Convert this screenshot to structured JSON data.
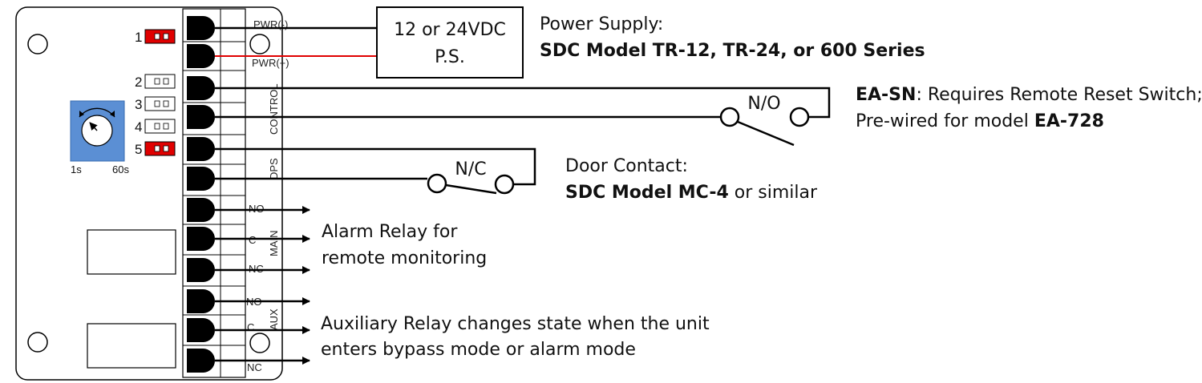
{
  "terminals": {
    "pwr_neg": "PWR(-)",
    "pwr_pos": "PWR(+)",
    "control": "CONTROL",
    "dps": "DPS",
    "main": "MAIN",
    "aux": "AUX",
    "main_no": "NO",
    "main_c": "C",
    "main_nc": "NC",
    "aux_no": "NO",
    "aux_c": "C",
    "aux_nc": "NC"
  },
  "dip_switches": [
    {
      "label": "1",
      "state": "on"
    },
    {
      "label": "2",
      "state": "off"
    },
    {
      "label": "3",
      "state": "off"
    },
    {
      "label": "4",
      "state": "off"
    },
    {
      "label": "5",
      "state": "on"
    }
  ],
  "timer": {
    "min": "1s",
    "max": "60s"
  },
  "power_supply_box": {
    "line1": "12 or 24VDC",
    "line2": "P.S."
  },
  "power_supply_note": {
    "title": "Power Supply:",
    "model": "SDC Model TR-12, TR-24, or 600 Series"
  },
  "control_switch": {
    "label": "N/O"
  },
  "control_note": {
    "line1_bold": "EA-SN",
    "line1_rest": ": Requires Remote Reset Switch;",
    "line2_pre": "Pre-wired for model ",
    "line2_bold": "EA-728"
  },
  "door_switch": {
    "label": "N/C"
  },
  "door_note": {
    "title": "Door Contact:",
    "line2_bold": "SDC Model MC-4",
    "line2_rest": " or similar"
  },
  "alarm_note": {
    "line1": "Alarm Relay for",
    "line2": "remote monitoring"
  },
  "aux_note": {
    "line1": "Auxiliary Relay changes state when the unit",
    "line2": "enters bypass mode or alarm mode"
  },
  "colors": {
    "wire": "#000000",
    "pwr_pos_wire": "#e00000",
    "dip_on": "#e00000",
    "timer_bg": "#5b8fd4"
  }
}
